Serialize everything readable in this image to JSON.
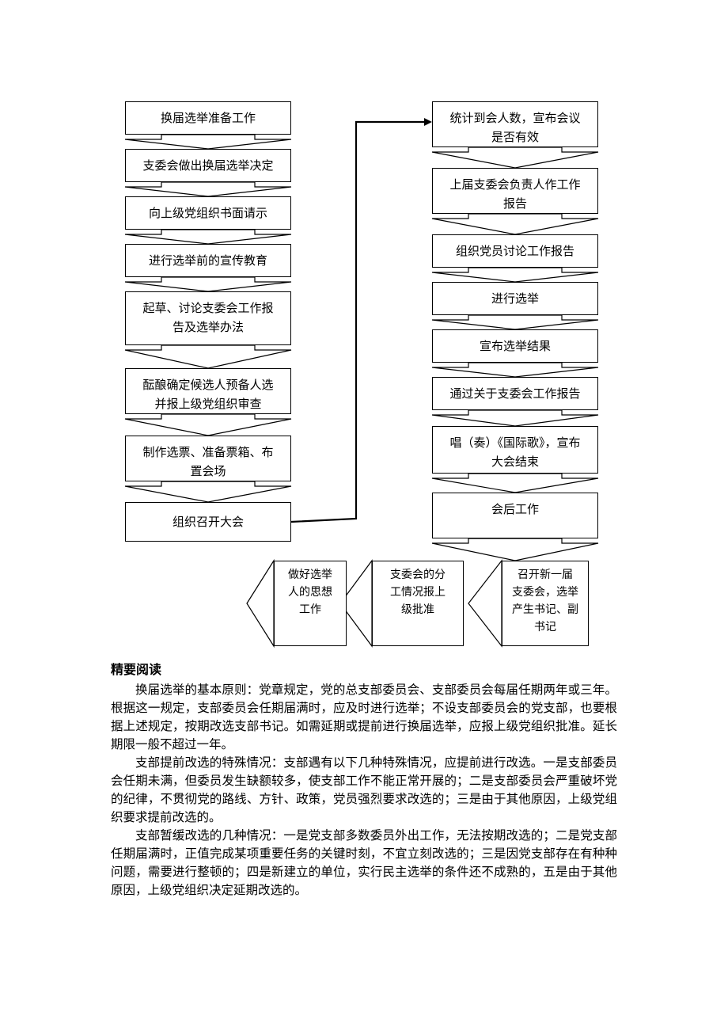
{
  "flowchart": {
    "left_column": [
      "换届选举准备工作",
      "支委会做出换届选举决定",
      "向上级党组织书面请示",
      "进行选举前的宣传教育",
      "起草、讨论支委会工作报\n告及选举办法",
      "酝酿确定候选人预备人选\n并报上级党组织审查",
      "制作选票、准备票箱、布\n置会场",
      "组织召开大会"
    ],
    "right_column": [
      "统计到会人数，宣布会议\n是否有效",
      "上届支委会负责人作工作\n报告",
      "组织党员讨论工作报告",
      "进行选举",
      "宣布选举结果",
      "通过关于支委会工作报告",
      "唱（奏）《国际歌》，宣布\n大会结束",
      "会后工作"
    ],
    "bottom_row": [
      "召开新一届\n支委会，选举\n产生书记、副\n书记",
      "支委会的分\n工情况报上\n级批准",
      "做好选举\n人的思想\n工作"
    ]
  },
  "reading": {
    "heading": "精要阅读",
    "paragraphs": [
      "换届选举的基本原则：党章规定，党的总支部委员会、支部委员会每届任期两年或三年。根据这一规定，支部委员会任期届满时，应及时进行选举；不设支部委员会的党支部，也要根据上述规定，按期改选支部书记。如需延期或提前进行换届选举，应报上级党组织批准。延长期限一般不超过一年。",
      "支部提前改选的特殊情况：支部遇有以下几种特殊情况，应提前进行改选。一是支部委员会任期未满，但委员发生缺额较多，使支部工作不能正常开展的；二是支部委员会严重破坏党的纪律，不贯彻党的路线、方针、政策，党员强烈要求改选的；三是由于其他原因，上级党组织要求提前改选的。",
      "支部暂缓改选的几种情况：一是党支部多数委员外出工作，无法按期改选的；二是党支部任期届满时，正值完成某项重要任务的关键时刻，不宜立刻改选的；三是因党支部存在有种种问题，需要进行整顿的；四是新建立的单位，实行民主选举的条件还不成熟的，五是由于其他原因，上级党组织决定延期改选的。"
    ]
  }
}
